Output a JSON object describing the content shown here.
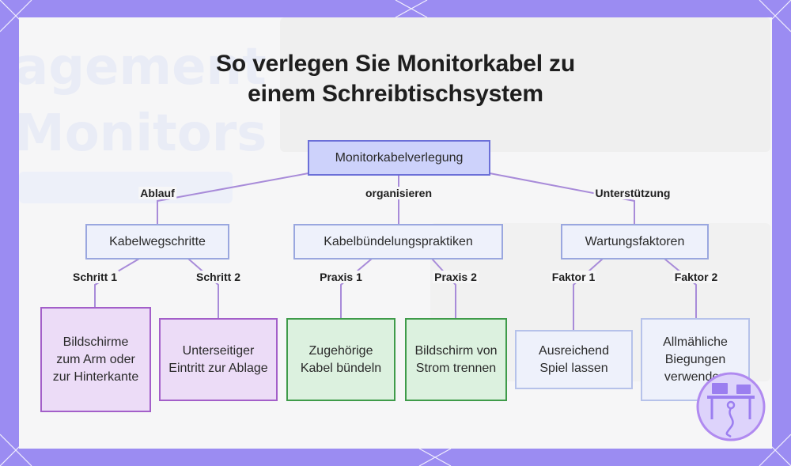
{
  "title": [
    "So verlegen Sie Monitorkabel zu",
    "einem Schreibtischsystem"
  ],
  "background_text": [
    "agement",
    "Monitors"
  ],
  "colors": {
    "frame": "#9b8cf2",
    "root_fill": "#cdd2fb",
    "connector": "#a88bd9"
  },
  "nodes": {
    "root": "Monitorkabelverlegung",
    "kabelweg": "Kabelwegschritte",
    "buendel": "Kabelbündelungspraktiken",
    "wartung": "Wartungsfaktoren",
    "arm": "Bildschirme zum Arm oder zur Hinterkante",
    "unterseite": "Unterseitiger Eintritt zur Ablage",
    "zugehoerig": "Zugehörige Kabel bündeln",
    "strom": "Bildschirm von Strom trennen",
    "spiel": "Ausreichend Spiel lassen",
    "biegungen": "Allmähliche Biegungen verwenden"
  },
  "edges": {
    "ablauf": "Ablauf",
    "organisieren": "organisieren",
    "unterstuetzung": "Unterstützung",
    "schritt1": "Schritt 1",
    "schritt2": "Schritt 2",
    "praxis1": "Praxis 1",
    "praxis2": "Praxis 2",
    "faktor1": "Faktor 1",
    "faktor2": "Faktor 2"
  },
  "logo_icon": "desk-setup-icon"
}
